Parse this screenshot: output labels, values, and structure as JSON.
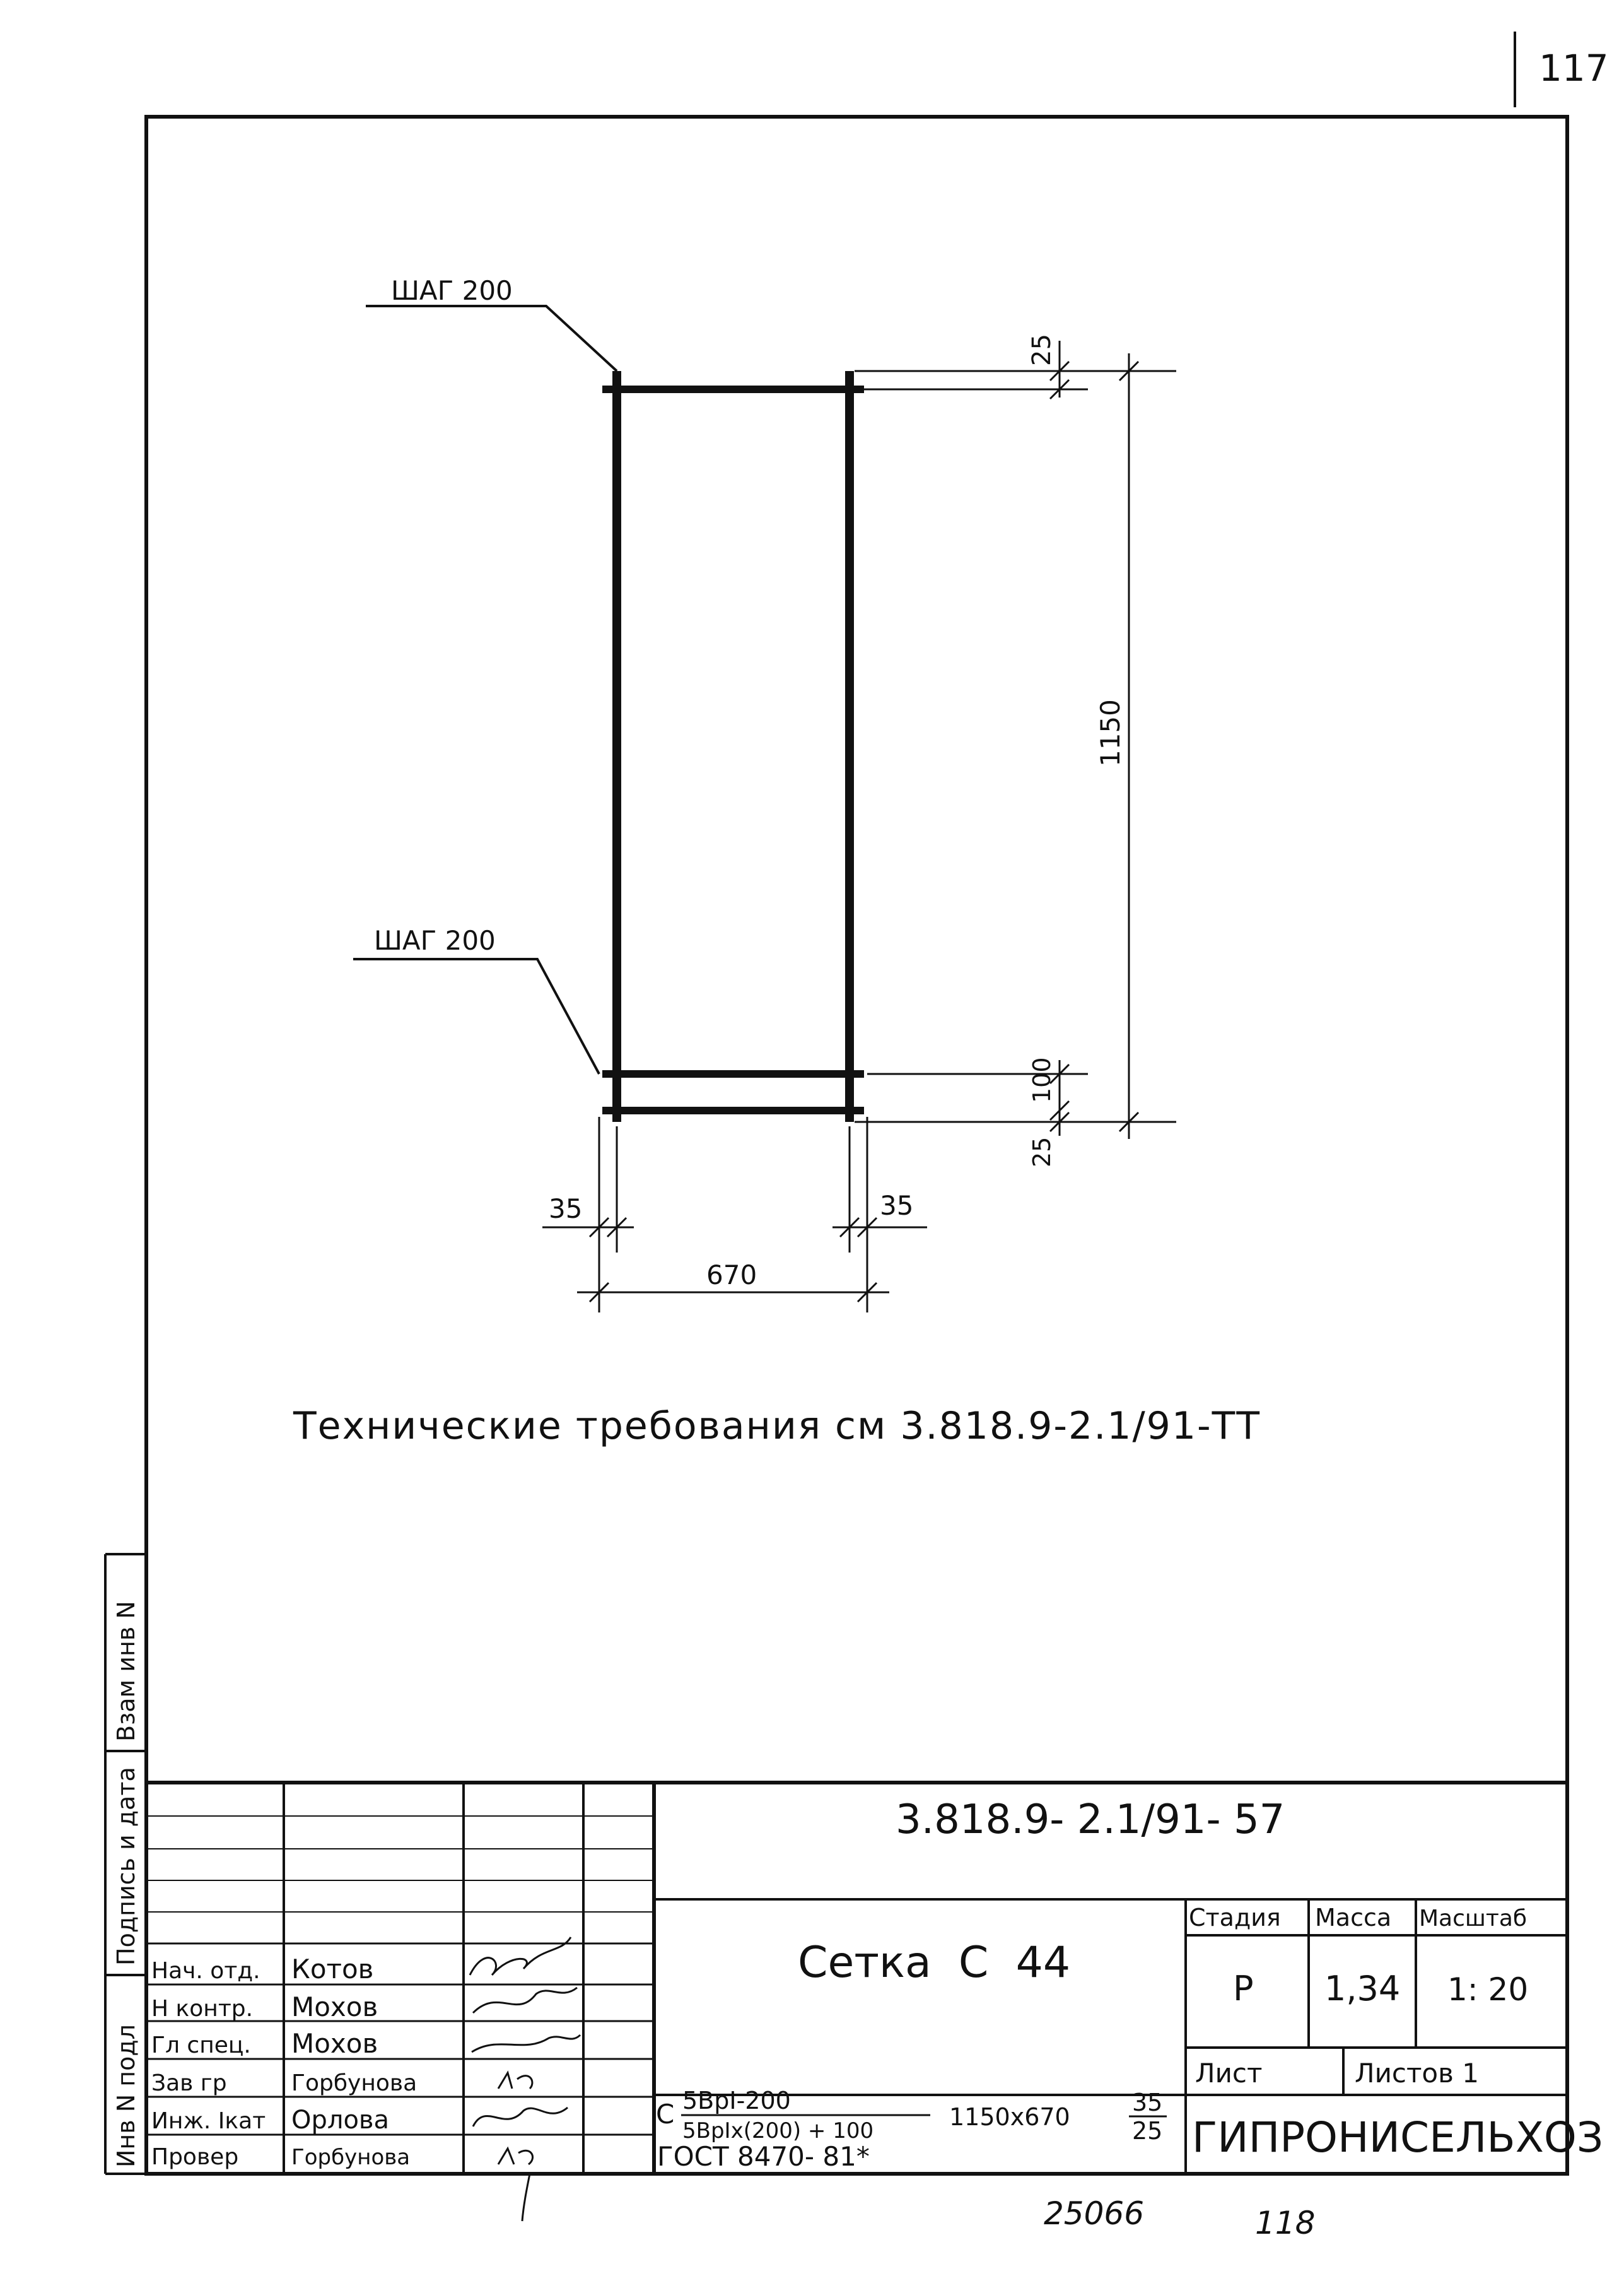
{
  "page_number": "117",
  "drawing": {
    "step_label_top": "ШАГ 200",
    "step_label_bottom": "ШАГ 200",
    "dim_top_offset": "25",
    "dim_height": "1150",
    "dim_lower_spacing": "100",
    "dim_bottom_offset": "25",
    "dim_left_overhang": "35",
    "dim_right_overhang": "35",
    "dim_width": "670"
  },
  "technical_note": "Технические требования см 3.818.9-2.1/91-ТТ",
  "side_stamp": {
    "inv_replace": "Взам инв N",
    "signature_date": "Подпись и дата",
    "inv_orig": "Инв N подл"
  },
  "title_block": {
    "doc_code": "3.818.9- 2.1/91- 57",
    "title": "Сетка  С  44",
    "col_stage": "Стадия",
    "col_mass": "Масса",
    "col_scale": "Масштаб",
    "stage": "Р",
    "mass": "1,34",
    "scale": "1: 20",
    "sheet_label": "Лист",
    "sheets_label": "Листов 1",
    "organization": "ГИПРОНИСЕЛЬХОЗ",
    "spec_prefix": "С",
    "spec_top": "5ВрI-200",
    "spec_bottom": "5ВрIх(200) + 100",
    "spec_size": "1150х670",
    "spec_frac_top": "35",
    "spec_frac_bottom": "25",
    "standard": "ГОСТ  8470- 81*"
  },
  "signatures": [
    {
      "role": "Нач. отд.",
      "name": "Котов"
    },
    {
      "role": "Н контр.",
      "name": "Мохов"
    },
    {
      "role": "Гл спец.",
      "name": "Мохов"
    },
    {
      "role": "Зав гр",
      "name": "Горбунова"
    },
    {
      "role": "Инж. Iкат",
      "name": "Орлова"
    },
    {
      "role": "Провер",
      "name": "Горбунова"
    }
  ],
  "bottom_numbers": {
    "archive_no": "25066",
    "next_page": "118"
  }
}
